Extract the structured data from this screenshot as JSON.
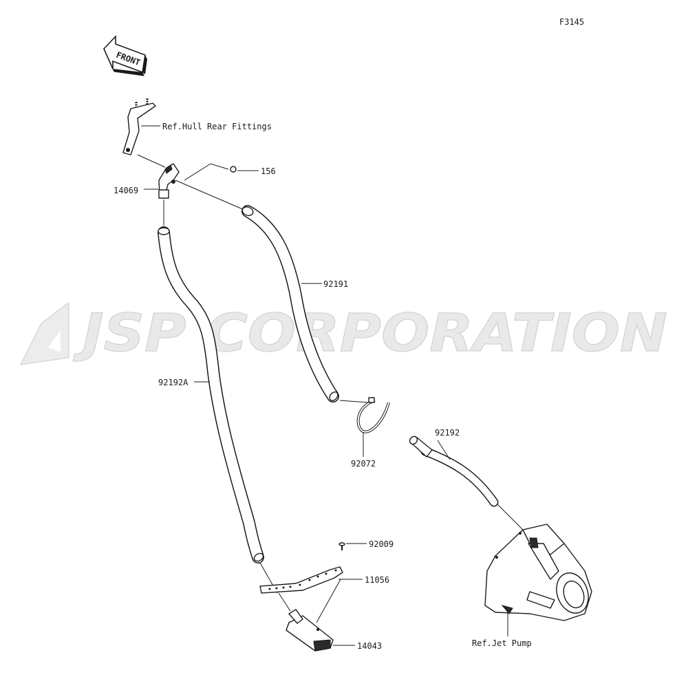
{
  "figure_id": "F3145",
  "orientation": "FRONT",
  "watermark": "JSP CORPORATION",
  "labels": {
    "hull_rear_fittings": "Ref.Hull Rear Fittings",
    "p156": "156",
    "p14069": "14069",
    "p92191": "92191",
    "p92192A": "92192A",
    "p92072": "92072",
    "p92192": "92192",
    "p92009": "92009",
    "p11056": "11056",
    "p14043": "14043",
    "jet_pump": "Ref.Jet Pump"
  }
}
